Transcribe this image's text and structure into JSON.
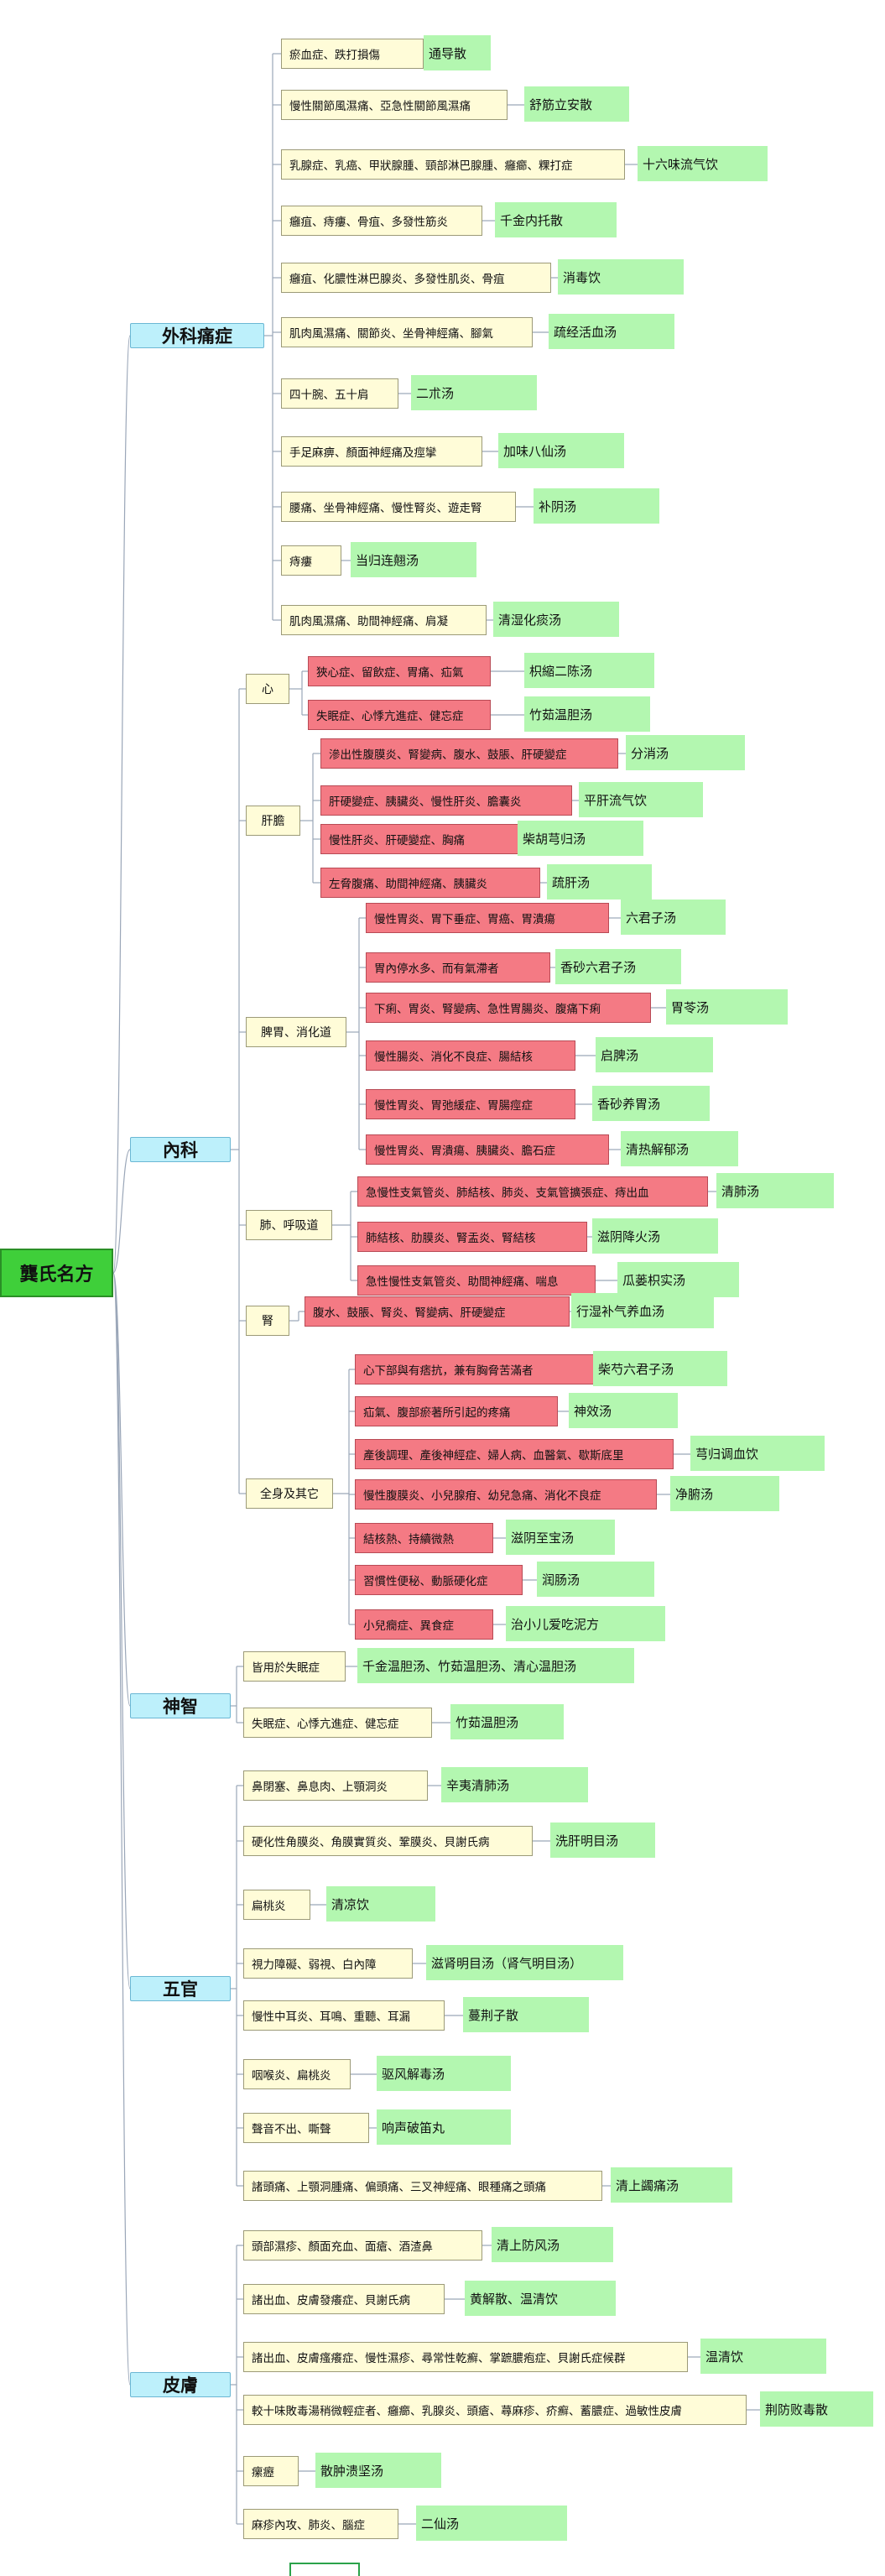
{
  "root": {
    "label": "龔氏名方"
  },
  "categories": [
    {
      "id": "waike",
      "label": "外科痛症"
    },
    {
      "id": "neike",
      "label": "內科"
    },
    {
      "id": "shenzhi",
      "label": "神智"
    },
    {
      "id": "wuguan",
      "label": "五官"
    },
    {
      "id": "pifu",
      "label": "皮膚"
    }
  ],
  "subgroups": [
    {
      "id": "xin",
      "label": "心"
    },
    {
      "id": "gandan",
      "label": "肝膽"
    },
    {
      "id": "piwei",
      "label": "脾胃、消化道"
    },
    {
      "id": "fei",
      "label": "肺、呼吸道"
    },
    {
      "id": "shen",
      "label": "腎"
    },
    {
      "id": "quanshen",
      "label": "全身及其它"
    }
  ],
  "items": [
    {
      "symptom": "瘀血症、跌打損傷",
      "formula": "通导散"
    },
    {
      "symptom": "慢性關節風濕痛、亞急性關節風濕痛",
      "formula": "舒筋立安散"
    },
    {
      "symptom": "乳腺症、乳癌、甲狀腺腫、頸部淋巴腺腫、癰癤、粿打症",
      "formula": "十六味流气饮"
    },
    {
      "symptom": "癰疽、痔瘻、骨疽、多發性筋炎",
      "formula": "千金内托散"
    },
    {
      "symptom": "癰疽、化膿性淋巴腺炎、多發性肌炎、骨疽",
      "formula": "消毒饮"
    },
    {
      "symptom": "肌肉風濕痛、關節炎、坐骨神經痛、腳氣",
      "formula": "疏经活血汤"
    },
    {
      "symptom": "四十腕、五十肩",
      "formula": "二朮汤"
    },
    {
      "symptom": "手足麻痹、顏面神經痛及痙攣",
      "formula": "加味八仙汤"
    },
    {
      "symptom": "腰痛、坐骨神經痛、慢性腎炎、遊走腎",
      "formula": "补阴汤"
    },
    {
      "symptom": "痔瘻",
      "formula": "当归连翹汤"
    },
    {
      "symptom": "肌肉風濕痛、助間神經痛、肩凝",
      "formula": "清湿化痰汤"
    },
    {
      "symptom": "狹心症、留飲症、胃痛、疝氣",
      "formula": "枳縮二陈汤"
    },
    {
      "symptom": "失眠症、心悸亢進症、健忘症",
      "formula": "竹茹温胆汤"
    },
    {
      "symptom": "滲出性腹膜炎、腎變病、腹水、鼓脹、肝硬變症",
      "formula": "分消汤"
    },
    {
      "symptom": "肝硬變症、胰臟炎、慢性肝炎、膽囊炎",
      "formula": "平肝流气饮"
    },
    {
      "symptom": "慢性肝炎、肝硬變症、胸痛",
      "formula": "柴胡芎归汤"
    },
    {
      "symptom": "左脅腹痛、助間神經痛、胰臟炎",
      "formula": "疏肝汤"
    },
    {
      "symptom": "慢性胃炎、胃下垂症、胃癌、胃潰瘍",
      "formula": "六君子汤"
    },
    {
      "symptom": "胃內停水多、而有氣滯者",
      "formula": "香砂六君子汤"
    },
    {
      "symptom": "下痢、胃炎、腎變病、急性胃腸炎、腹痛下痢",
      "formula": "胃苓汤"
    },
    {
      "symptom": "慢性腸炎、消化不良症、腸結核",
      "formula": "启脾汤"
    },
    {
      "symptom": "慢性胃炎、胃弛緩症、胃腸痙症",
      "formula": "香砂养胃汤"
    },
    {
      "symptom": "慢性胃炎、胃潰瘍、胰臟炎、膽石症",
      "formula": "清热解郁汤"
    },
    {
      "symptom": "急慢性支氣管炎、肺結核、肺炎、支氣管擴張症、痔出血",
      "formula": "清肺汤"
    },
    {
      "symptom": "肺結核、肋膜炎、腎盂炎、腎結核",
      "formula": "滋阴降火汤"
    },
    {
      "symptom": "急性慢性支氣管炎、助間神經痛、喘息",
      "formula": "瓜蒌枳实汤"
    },
    {
      "symptom": "腹水、鼓脹、腎炎、腎變病、肝硬變症",
      "formula": "行湿补气养血汤"
    },
    {
      "symptom": "心下部與有痞抗，兼有胸脅苦滿者",
      "formula": "柴芍六君子汤"
    },
    {
      "symptom": "疝氣、腹部瘀著所引起的疼痛",
      "formula": "神效汤"
    },
    {
      "symptom": "產後調理、產後神經症、婦人病、血醫氣、歇斯底里",
      "formula": "芎归调血饮"
    },
    {
      "symptom": "慢性腹膜炎、小兒腺疳、幼兒急痛、消化不良症",
      "formula": "净腑汤"
    },
    {
      "symptom": "結核熱、持續微熱",
      "formula": "滋阴至宝汤"
    },
    {
      "symptom": "習慣性便秘、動脈硬化症",
      "formula": "润肠汤"
    },
    {
      "symptom": "小兒癇症、異食症",
      "formula": "治小儿爱吃泥方"
    },
    {
      "symptom": "皆用於失眠症",
      "formula": "千金温胆汤、竹茹温胆汤、清心温胆汤"
    },
    {
      "symptom": "失眠症、心悸亢進症、健忘症",
      "formula": "竹茹温胆汤"
    },
    {
      "symptom": "鼻閉塞、鼻息肉、上顎洞炎",
      "formula": "辛夷清肺汤"
    },
    {
      "symptom": "硬化性角膜炎、角膜實質炎、鞏膜炎、貝謝氏病",
      "formula": "洗肝明目汤"
    },
    {
      "symptom": "扁桃炎",
      "formula": "清凉饮"
    },
    {
      "symptom": "視力障礙、弱視、白內障",
      "formula": "滋肾明目汤（肾气明目汤）"
    },
    {
      "symptom": "慢性中耳炎、耳鳴、重聽、耳漏",
      "formula": "蔓荆子散"
    },
    {
      "symptom": "咽喉炎、扁桃炎",
      "formula": "驱风解毒汤"
    },
    {
      "symptom": "聲音不出、嘶聲",
      "formula": "响声破笛丸"
    },
    {
      "symptom": "諸頭痛、上顎洞腫痛、偏頭痛、三叉神經痛、眼種痛之頭痛",
      "formula": "清上蠲痛汤"
    },
    {
      "symptom": "頭部濕疹、顏面充血、面瘡、酒渣鼻",
      "formula": "清上防风汤"
    },
    {
      "symptom": "諸出血、皮膚發癢症、貝謝氏病",
      "formula": "黄解散、温清饮"
    },
    {
      "symptom": "諸出血、皮膚瘙癢症、慢性濕疹、尋常性乾癬、掌蹠膿疱症、貝謝氏症候群",
      "formula": "温清饮"
    },
    {
      "symptom": "較十味敗毒湯稍微輕症者、癰癤、乳腺炎、頭瘡、蕁麻疹、疥癬、蓄膿症、過敏性皮膚",
      "formula": "荆防败毒散"
    },
    {
      "symptom": "瘰癧",
      "formula": "散肿溃坚汤"
    },
    {
      "symptom": "麻疹內攻、肺炎、腦症",
      "formula": "二仙汤"
    }
  ],
  "colors": {
    "root": "#3fcf3a",
    "category": "#bdf0fb",
    "symptom": "#fffcd8",
    "symptom_highlight": "#f47a84",
    "formula": "#b3f7b0",
    "connector": "#9aa6b8"
  }
}
